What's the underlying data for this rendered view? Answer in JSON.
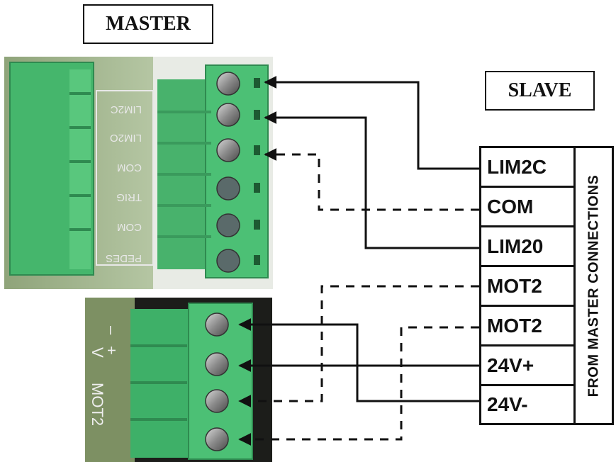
{
  "master": {
    "title": "MASTER"
  },
  "slave": {
    "title": "SLAVE"
  },
  "terminals": [
    {
      "label": "LIM2C"
    },
    {
      "label": "COM"
    },
    {
      "label": "LIM20"
    },
    {
      "label": "MOT2"
    },
    {
      "label": "MOT2"
    },
    {
      "label": "24V+"
    },
    {
      "label": "24V-"
    }
  ],
  "side_label": "FROM MASTER CONNECTIONS",
  "upper_photo_labels": [
    "LIM2C",
    "LIM2O",
    "COM",
    "TRIG",
    "COM",
    "PEDES"
  ],
  "lower_photo_labels": {
    "minus": "–",
    "plus": "+",
    "v": "V",
    "mot": "MOT2"
  },
  "colors": {
    "connector_green": "#3fb86a",
    "board_green": "#9fb98a",
    "line": "#111111"
  }
}
